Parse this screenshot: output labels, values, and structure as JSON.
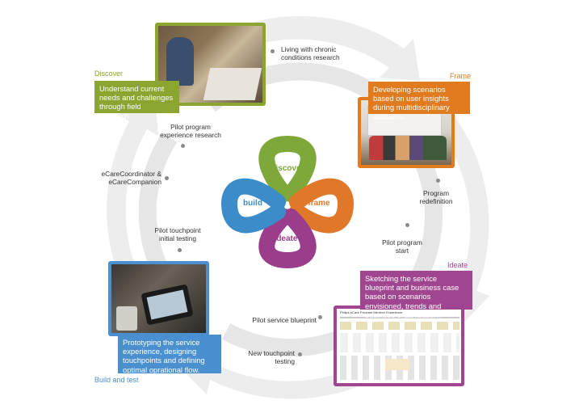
{
  "phases": {
    "discover": {
      "label": "Discover",
      "text": "Understand current needs and challenges through field research.",
      "color": "#8aa631"
    },
    "frame": {
      "label": "Frame",
      "text": "Developing scenarios based on user insights during multidisciplinary sessions.",
      "color": "#e07b20"
    },
    "ideate": {
      "label": "Ideate",
      "text": "Sketching the service blueprint and business case based on scenarios envisioned, trends and business organisation.",
      "color": "#a0458f"
    },
    "build": {
      "label": "Build and test",
      "text": "Prototyping the service experience, designing touchpoints and defining optimal oprational flow.",
      "color": "#4a8fd0"
    }
  },
  "center": {
    "discover": "discover",
    "frame": "frame",
    "ideate": "ideate",
    "build": "build"
  },
  "milestones": [
    "Living with chronic conditions research",
    "Program redefinition",
    "Pilot program start",
    "Pilot service blueprint",
    "New touchpoint testing",
    "Pilot touchpoint initial testing",
    "eCareCoordinator & eCareCompanion",
    "Pilot program experience research"
  ],
  "blueprint": {
    "title": "Philips eCare Program Member Experience"
  }
}
